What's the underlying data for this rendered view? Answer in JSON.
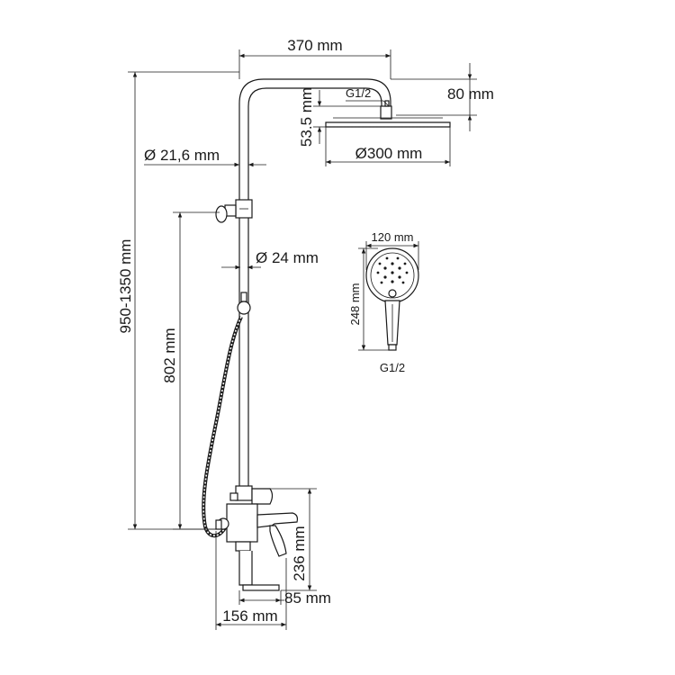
{
  "dimensions": {
    "arm_reach": "370 mm",
    "arm_drop": "80 mm",
    "inlet_top": "G1/2",
    "head_height": "53.5 mm",
    "head_diameter": "Ø300 mm",
    "pipe_diameter_upper": "Ø 21,6 mm",
    "pipe_diameter_lower": "Ø 24 mm",
    "total_height": "950-1350 mm",
    "holder_height": "802 mm",
    "hand_width": "120 mm",
    "hand_length": "248 mm",
    "inlet_hand": "G1/2",
    "mixer_height": "236 mm",
    "spout_length": "85 mm",
    "mixer_width": "156 mm"
  },
  "colors": {
    "line": "#1a1a1a",
    "background": "#ffffff"
  }
}
